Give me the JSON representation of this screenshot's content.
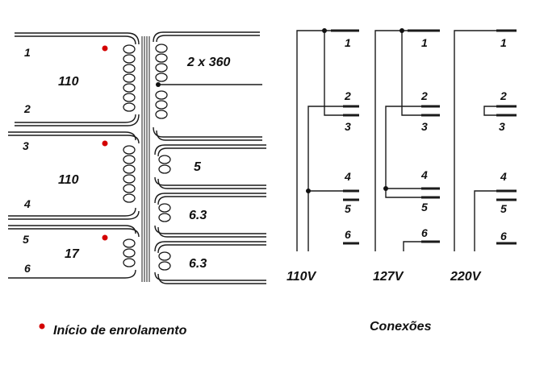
{
  "transformer": {
    "primary_pins": [
      "1",
      "2",
      "3",
      "4",
      "5",
      "6"
    ],
    "winding_1_turns": "110",
    "winding_2_turns": "110",
    "winding_3_turns": "17",
    "secondary_hv": "2 x 360",
    "secondary_a": "5",
    "secondary_b": "6.3",
    "secondary_c": "6.3"
  },
  "legend": {
    "dot_label": "Início de enrolamento",
    "dot_color": "#d40000"
  },
  "connections": {
    "title": "Conexões",
    "diagrams": [
      {
        "voltage": "110V",
        "pins": [
          "1",
          "2",
          "3",
          "4",
          "5",
          "6"
        ]
      },
      {
        "voltage": "127V",
        "pins": [
          "1",
          "2",
          "3",
          "4",
          "5",
          "6"
        ]
      },
      {
        "voltage": "220V",
        "pins": [
          "1",
          "2",
          "3",
          "4",
          "5",
          "6"
        ]
      }
    ]
  }
}
